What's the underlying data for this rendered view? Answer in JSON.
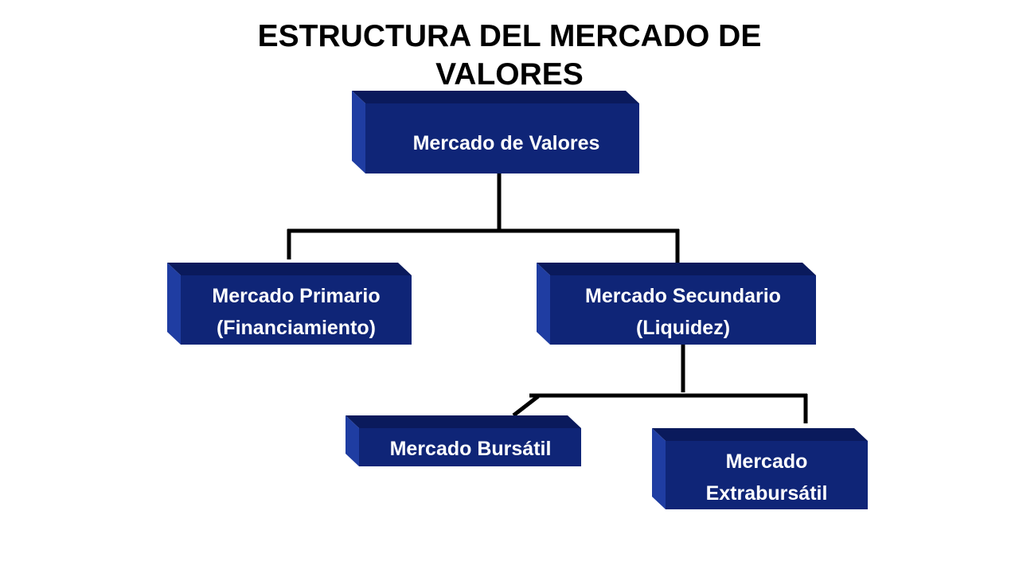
{
  "slide": {
    "title": "ESTRUCTURA DEL MERCADO DE VALORES"
  },
  "colors": {
    "box_front": "#0f2577",
    "box_top": "#0a1a5c",
    "box_side": "#1f3da2",
    "connector": "#000000",
    "text": "#ffffff"
  },
  "nodes": {
    "root": {
      "lines": [
        "Mercado de Valores"
      ]
    },
    "primary": {
      "lines": [
        "Mercado Primario",
        "(Financiamiento)"
      ]
    },
    "secondary": {
      "lines": [
        "Mercado Secundario",
        "(Liquidez)"
      ]
    },
    "bursatil": {
      "lines": [
        "Mercado Bursátil"
      ]
    },
    "extrabursatil": {
      "lines": [
        "Mercado",
        "Extrabursátil"
      ]
    }
  }
}
